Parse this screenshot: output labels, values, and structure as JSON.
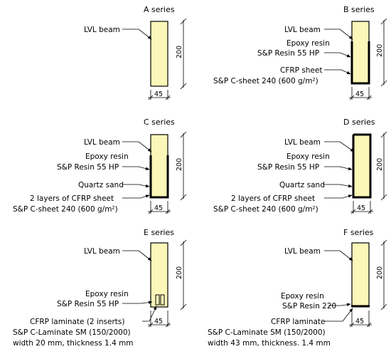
{
  "panels": {
    "a": {
      "title": "A series",
      "labels": [
        "LVL beam"
      ],
      "height_dim": "200",
      "width_dim": "45"
    },
    "b": {
      "title": "B series",
      "labels": [
        "LVL beam",
        "Epoxy resin",
        "S&P Resin 55 HP",
        "CFRP sheet",
        "S&P C-sheet 240 (600 g/m²)"
      ],
      "height_dim": "200",
      "width_dim": "45"
    },
    "c": {
      "title": "C series",
      "labels": [
        "LVL beam",
        "Epoxy resin",
        "S&P Resin 55 HP",
        "Quartz sand",
        "2 layers of CFRP sheet",
        "S&P C-sheet 240 (600 g/m²)"
      ],
      "height_dim": "200",
      "width_dim": "45"
    },
    "d": {
      "title": "D series",
      "labels": [
        "LVL beam",
        "Epoxy resin",
        "S&P Resin 55 HP",
        "Quartz sand",
        "2 layers of CFRP sheet",
        "S&P C-sheet 240 (600 g/m²)"
      ],
      "height_dim": "200",
      "width_dim": "45"
    },
    "e": {
      "title": "E series",
      "labels": [
        "LVL beam",
        "Epoxy resin",
        "S&P Resin 55 HP",
        "CFRP laminate (2 inserts)",
        "S&P C-Laminate SM (150/2000)",
        "width 20 mm, thickness 1.4 mm"
      ],
      "height_dim": "200",
      "width_dim": "45"
    },
    "f": {
      "title": "F series",
      "labels": [
        "LVL beam",
        "Epoxy resin",
        "S&P Resin 220",
        "CFRP laminate",
        "S&P C-Laminate SM (150/2000)",
        "width 43 mm, thickness. 1.4 mm"
      ],
      "height_dim": "200",
      "width_dim": "45"
    }
  }
}
